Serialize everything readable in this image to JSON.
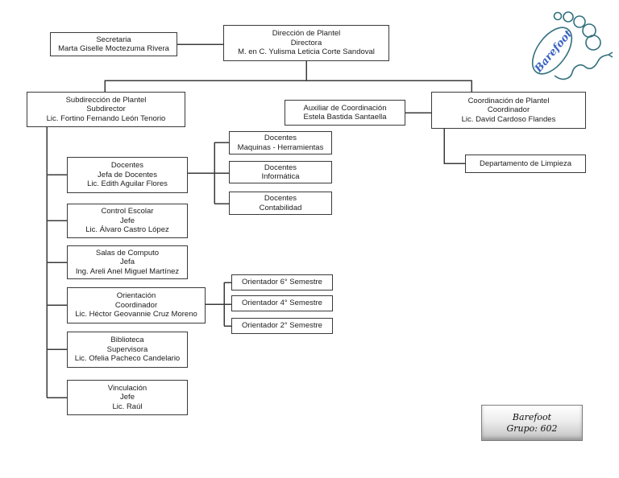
{
  "colors": {
    "line": "#3a3a3a",
    "box_border": "#3a3a3a",
    "logo_outline": "#33707f",
    "logo_text_blue": "#3a63c0",
    "badge_gradient_bottom": "#c0c0c0"
  },
  "org": {
    "secretaria": {
      "lines": [
        "Secretaria",
        "Marta Giselle Moctezuma Rivera"
      ]
    },
    "direccion": {
      "lines": [
        "Dirección de Plantel",
        "Directora",
        "M. en C. Yulisma Leticia Corte Sandoval"
      ]
    },
    "subdireccion": {
      "lines": [
        "Subdirección de Plantel",
        "Subdirector",
        "Lic. Fortino Fernando León Tenorio"
      ]
    },
    "auxiliar": {
      "lines": [
        "Auxiliar de Coordinación",
        "Estela Bastida Santaella"
      ]
    },
    "coordinacion": {
      "lines": [
        "Coordinación de Plantel",
        "Coordinador",
        "Lic. David Cardoso Flandes"
      ]
    },
    "limpieza": {
      "lines": [
        "Departamento de Limpieza"
      ]
    },
    "docentes": {
      "lines": [
        "Docentes",
        "Jefa de Docentes",
        "Lic. Edith Aguilar Flores"
      ]
    },
    "docentes_maquinas": {
      "lines": [
        "Docentes",
        "Maquinas - Herramientas"
      ]
    },
    "docentes_informatica": {
      "lines": [
        "Docentes",
        "Informática"
      ]
    },
    "docentes_contabilidad": {
      "lines": [
        "Docentes",
        "Contabilidad"
      ]
    },
    "control_escolar": {
      "lines": [
        "Control Escolar",
        "Jefe",
        "Lic. Álvaro Castro López"
      ]
    },
    "salas_computo": {
      "lines": [
        "Salas de Computo",
        "Jefa",
        "Ing. Areli Anel Miguel Martínez"
      ]
    },
    "orientacion": {
      "lines": [
        "Orientación",
        "Coordinador",
        "Lic. Héctor Geovannie Cruz Moreno"
      ]
    },
    "orientador_6": {
      "lines": [
        "Orientador 6° Semestre"
      ]
    },
    "orientador_4": {
      "lines": [
        "Orientador 4° Semestre"
      ]
    },
    "orientador_2": {
      "lines": [
        "Orientador 2° Semestre"
      ]
    },
    "biblioteca": {
      "lines": [
        "Biblioteca",
        "Supervisora",
        "Lic. Ofelia Pacheco Candelario"
      ]
    },
    "vinculacion": {
      "lines": [
        "Vinculación",
        "Jefe",
        "Lic. Raúl"
      ]
    }
  },
  "logo": {
    "text": "Barefoot"
  },
  "badge": {
    "line1": "Barefoot",
    "line2": "Grupo: 602"
  }
}
